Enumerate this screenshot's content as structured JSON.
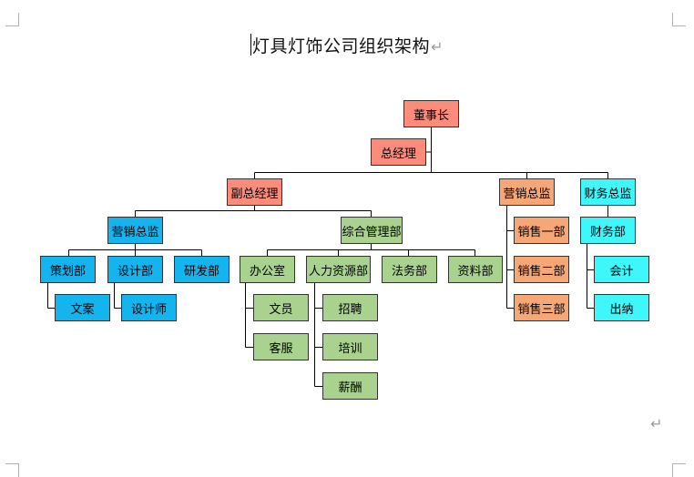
{
  "document": {
    "title": "灯具灯饰公司组织架构",
    "paragraph_mark": "↵"
  },
  "colors": {
    "executive": "#fb8c7c",
    "sales_branch": "#f7a776",
    "finance_branch": "#3ff6fb",
    "marketing_branch": "#14b4ee",
    "admin_branch": "#a8d28e"
  },
  "org": {
    "chairman": "董事长",
    "general_manager": "总经理",
    "deputy_gm": "副总经理",
    "sales_director": "营销总监",
    "finance_director": "财务总监",
    "marketing_director": "营销总监",
    "general_admin": "综合管理部",
    "planning_dept": "策划部",
    "design_dept": "设计部",
    "rnd_dept": "研发部",
    "copywriting": "文案",
    "designer": "设计师",
    "office": "办公室",
    "hr_dept": "人力资源部",
    "legal_dept": "法务部",
    "data_dept": "资料部",
    "clerk": "文员",
    "customer_service": "客服",
    "recruiting": "招聘",
    "training": "培训",
    "compensation": "薪酬",
    "sales_1": "销售一部",
    "sales_2": "销售二部",
    "sales_3": "销售三部",
    "finance_dept": "财务部",
    "accounting": "会计",
    "cashier": "出纳"
  }
}
